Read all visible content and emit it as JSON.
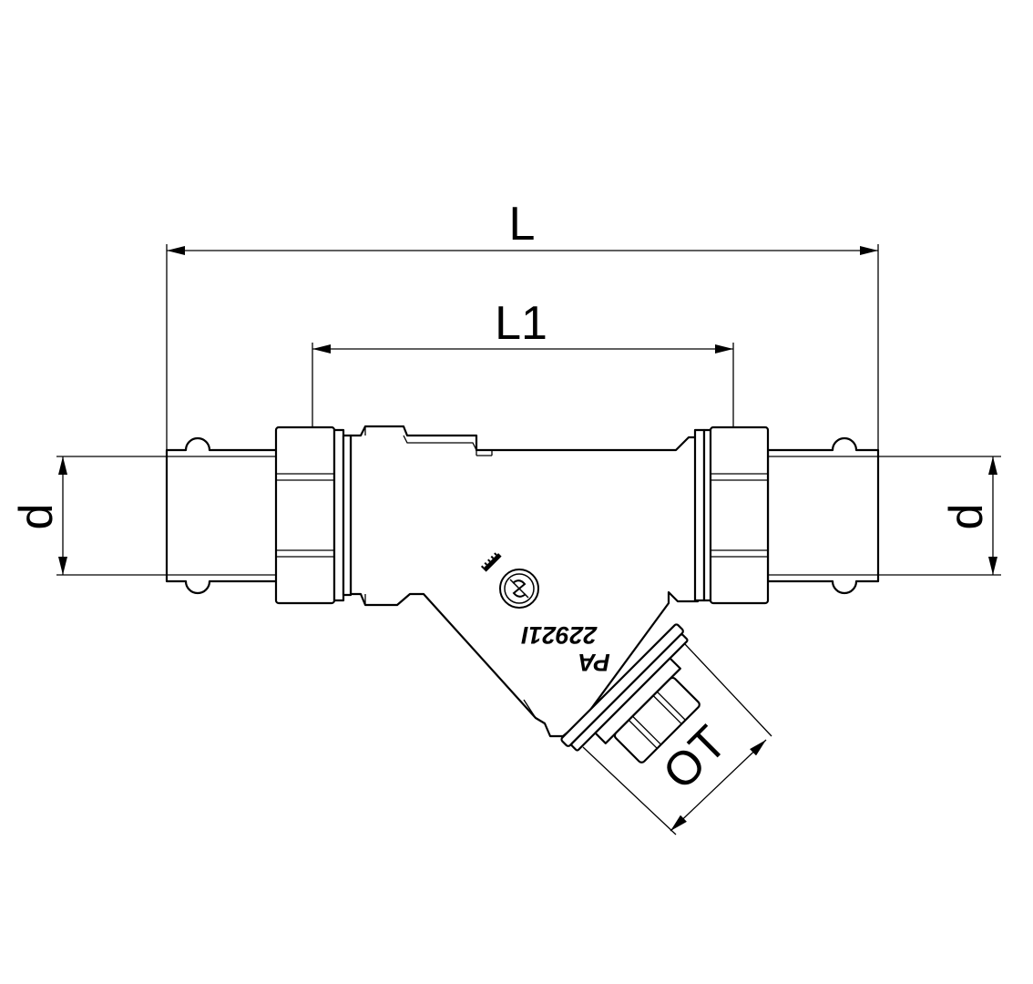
{
  "dimensions": {
    "overall_length": "L",
    "center_length": "L1",
    "diameter_left": "d",
    "diameter_right": "d",
    "filter_thread": "OT"
  },
  "body_marking": {
    "code_line1": "PA",
    "code_line2": "22921I"
  },
  "colors": {
    "line": "#000000",
    "background": "#ffffff"
  }
}
